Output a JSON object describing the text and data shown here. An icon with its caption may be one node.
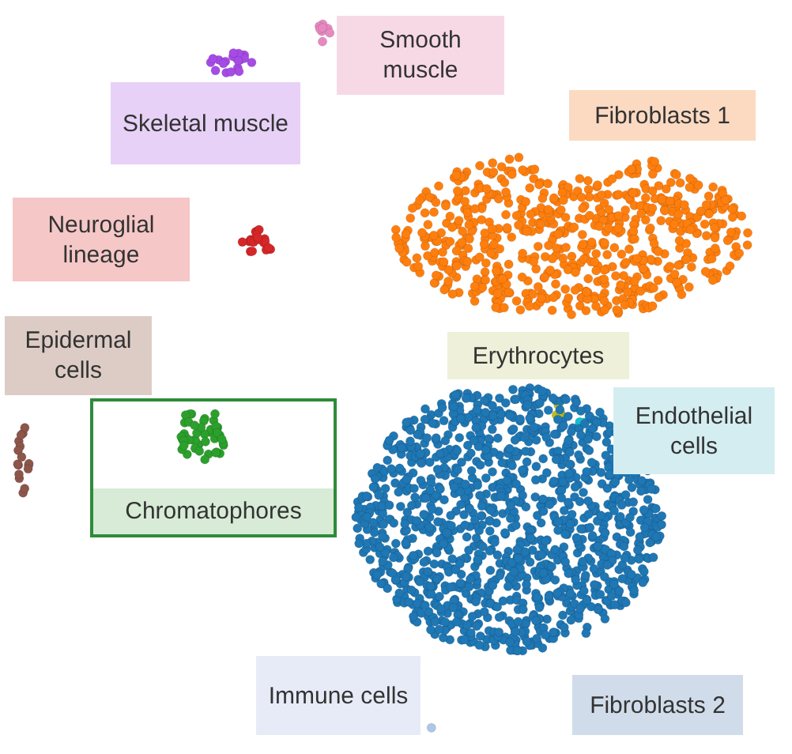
{
  "diagram": {
    "nodes": [
      {
        "text": [
          "Smooth muscle"
        ]
      },
      {
        "text": [
          "Skeletal muscle"
        ]
      },
      {
        "text": [
          "Fibroblasts 1"
        ]
      },
      {
        "text": [
          "Neuroglial lineage"
        ]
      },
      {
        "text": [
          "Epidermal cells"
        ]
      },
      {
        "text": [
          "Erythrocytes"
        ]
      },
      {
        "text": [
          "Endothelial cells"
        ]
      },
      {
        "text": [
          "Chromatophores"
        ]
      },
      {
        "text": [
          "Immune cells"
        ]
      },
      {
        "text": [
          "Fibroblasts 2"
        ]
      }
    ],
    "edges": []
  }
}
